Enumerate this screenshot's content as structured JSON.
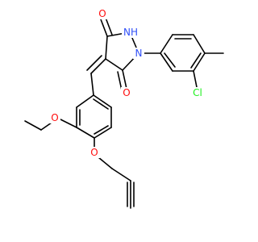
{
  "atoms": {
    "O_top": "O",
    "NH": "NH",
    "N1": "N",
    "O_right": "O",
    "Cl": "Cl",
    "O_ethoxy": "O",
    "O_propargyl": "O"
  },
  "colors": {
    "oxygen": "#ff0d0d",
    "nitrogen": "#3050f8",
    "chlorine": "#1ff01f",
    "bond": "#000000",
    "background": "#ffffff"
  }
}
